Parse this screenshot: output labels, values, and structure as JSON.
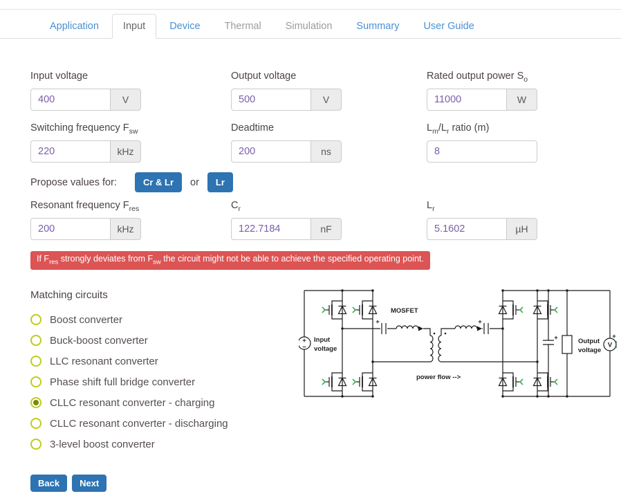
{
  "tabs": [
    {
      "label": "Application",
      "state": "link"
    },
    {
      "label": "Input",
      "state": "active"
    },
    {
      "label": "Device",
      "state": "link"
    },
    {
      "label": "Thermal",
      "state": "disabled"
    },
    {
      "label": "Simulation",
      "state": "disabled"
    },
    {
      "label": "Summary",
      "state": "link"
    },
    {
      "label": "User Guide",
      "state": "link"
    }
  ],
  "fields": {
    "input_voltage": {
      "label": "Input voltage",
      "value": "400",
      "unit": "V"
    },
    "output_voltage": {
      "label": "Output voltage",
      "value": "500",
      "unit": "V"
    },
    "rated_power": {
      "label": "Rated output power S",
      "label_sub": "o",
      "value": "11000",
      "unit": "W"
    },
    "switching_freq": {
      "label": "Switching frequency F",
      "label_sub": "sw",
      "value": "220",
      "unit": "kHz"
    },
    "deadtime": {
      "label": "Deadtime",
      "value": "200",
      "unit": "ns"
    },
    "lm_lr": {
      "l1": "L",
      "s1": "m",
      "l2": "/L",
      "s2": "r",
      "l3": " ratio (m)",
      "value": "8"
    },
    "resonant_freq": {
      "label": "Resonant frequency F",
      "label_sub": "res",
      "value": "200",
      "unit": "kHz"
    },
    "cr": {
      "label": "C",
      "label_sub": "r",
      "value": "122.7184",
      "unit": "nF"
    },
    "lr": {
      "label": "L",
      "label_sub": "r",
      "value": "5.1602",
      "unit": "µH"
    }
  },
  "propose": {
    "label": "Propose values for:",
    "button1": "Cr & Lr",
    "or": "or",
    "button2": "Lr"
  },
  "warning": {
    "p1": "If F",
    "s1": "res",
    "p2": " strongly deviates from F",
    "s2": "sw",
    "p3": " the circuit might not be able to achieve the specified operating point."
  },
  "matching": {
    "title": "Matching circuits",
    "options": [
      {
        "label": "Boost converter",
        "selected": false
      },
      {
        "label": "Buck-boost converter",
        "selected": false
      },
      {
        "label": "LLC resonant converter",
        "selected": false
      },
      {
        "label": "Phase shift full bridge converter",
        "selected": false
      },
      {
        "label": "CLLC resonant converter - charging",
        "selected": true
      },
      {
        "label": "CLLC resonant converter - discharging",
        "selected": false
      },
      {
        "label": "3-level boost converter",
        "selected": false
      }
    ]
  },
  "buttons": {
    "back": "Back",
    "next": "Next"
  },
  "diagram": {
    "mosfet_label": "MOSFET",
    "power_flow": "power flow -->",
    "input_label_1": "Input",
    "input_label_2": "voltage",
    "output_label_1": "Output",
    "output_label_2": "voltage",
    "voltmeter": "V",
    "plus": "+",
    "minus": "−"
  },
  "colors": {
    "accent_blue": "#4a90d2",
    "button_blue": "#2e73b2",
    "warning_red": "#dc5454",
    "value_purple": "#7a5fa8",
    "radio_ring_green": "#c0cc1c",
    "radio_dot_olive": "#7a8a00",
    "circuit_gate_green": "#3fae49"
  }
}
